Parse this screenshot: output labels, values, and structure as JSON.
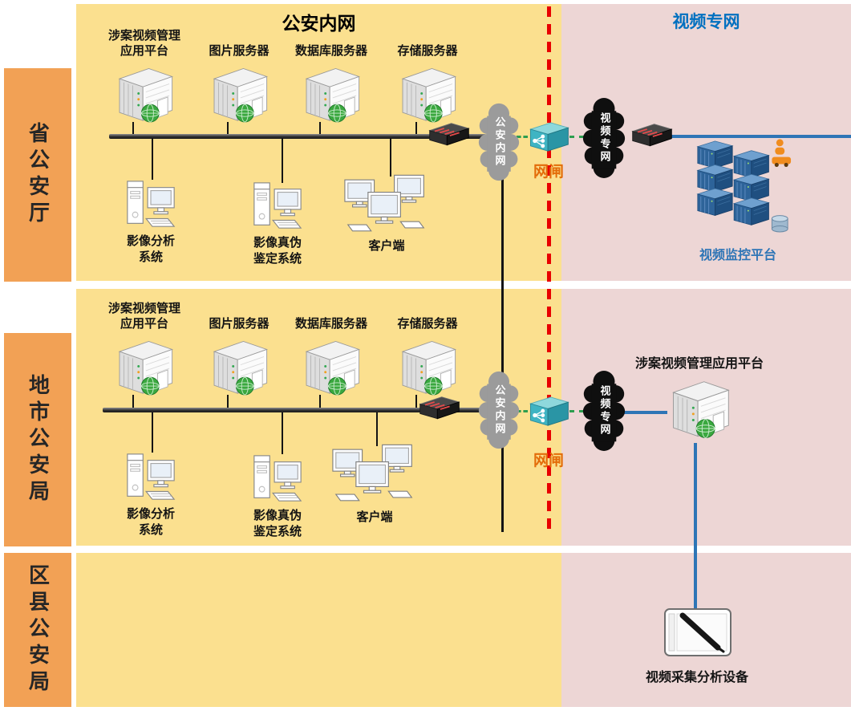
{
  "zones": {
    "intranet_title": "公安内网",
    "video_title": "视频专网"
  },
  "rows": [
    {
      "label": "省公安厅"
    },
    {
      "label": "地市公安局"
    },
    {
      "label": "区县公安局"
    }
  ],
  "province": {
    "servers": [
      {
        "label": "涉案视频管理应用平台"
      },
      {
        "label": "图片服务器"
      },
      {
        "label": "数据库服务器"
      },
      {
        "label": "存储服务器"
      }
    ],
    "clients": [
      {
        "label": "影像分析系统"
      },
      {
        "label": "影像真伪鉴定系统"
      },
      {
        "label": "客户端"
      }
    ],
    "intranet_cloud": "公安内网",
    "gateway_label": "网闸",
    "video_cloud": "视频专网",
    "platform_label": "视频监控平台"
  },
  "city": {
    "servers": [
      {
        "label": "涉案视频管理应用平台"
      },
      {
        "label": "图片服务器"
      },
      {
        "label": "数据库服务器"
      },
      {
        "label": "存储服务器"
      }
    ],
    "clients": [
      {
        "label": "影像分析系统"
      },
      {
        "label": "影像真伪鉴定系统"
      },
      {
        "label": "客户端"
      }
    ],
    "intranet_cloud": "公安内网",
    "gateway_label": "网闸",
    "video_cloud": "视频专网",
    "app_platform_label": "涉案视频管理应用平台"
  },
  "county": {
    "device_label": "视频采集分析设备"
  },
  "colors": {
    "intranet_bg": "#FBE08F",
    "video_bg": "#EDD6D5",
    "row_bar_bg": "#F2A155",
    "boundary_dash_red": "#E80000",
    "video_line_blue": "#2E75B6",
    "gateway_label_orange": "#E36C09",
    "video_title_blue": "#0070C0",
    "platform_label_blue": "#2E75B6"
  },
  "icons": {
    "server": "server-3d-icon",
    "switch": "network-switch-icon",
    "intranet_cloud": "gray-cloud-icon",
    "video_cloud": "black-cloud-icon",
    "gateway": "gateway-box-icon",
    "workstation": "workstation-icon",
    "client_monitors": "client-monitors-icon",
    "platform_stack": "blue-server-stack-icon",
    "capture_device": "capture-tablet-icon"
  }
}
